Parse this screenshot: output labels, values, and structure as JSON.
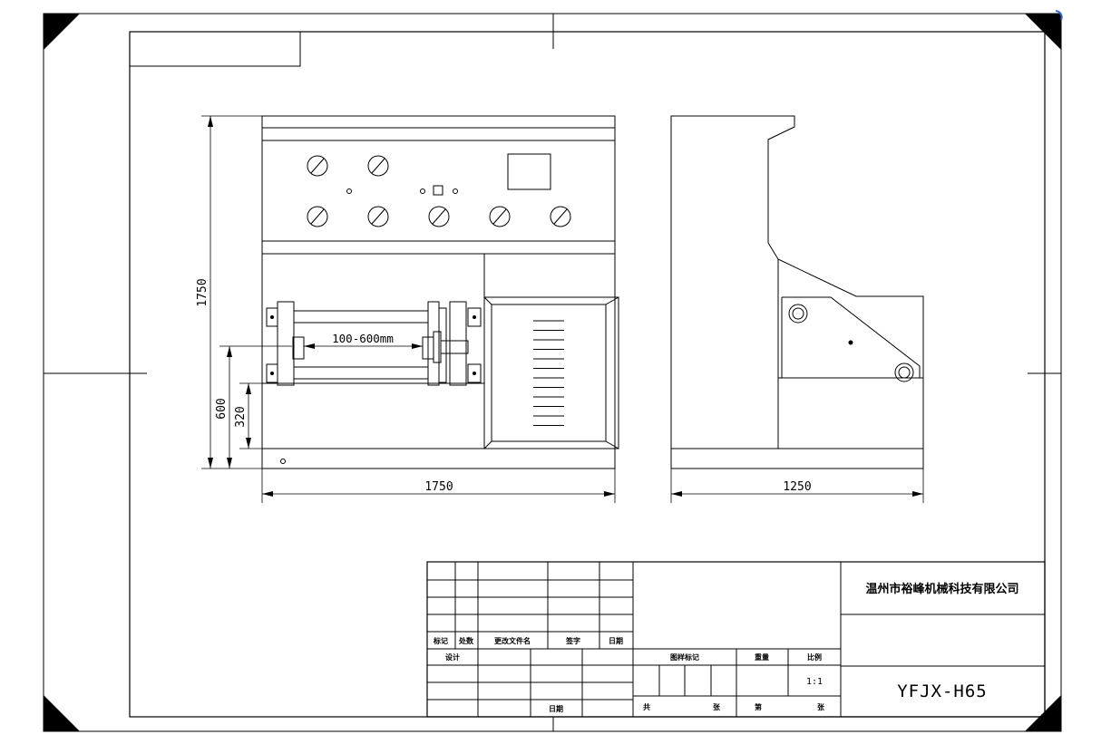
{
  "drawing": {
    "dimensions": {
      "total_height": "1750",
      "total_width": "1750",
      "side_depth": "1250",
      "height_600": "600",
      "height_320": "320",
      "clamp_range": "100-600mm"
    }
  },
  "title_block": {
    "company": "温州市裕峰机械科技有限公司",
    "model": "YFJX-H65",
    "scale": "1:1",
    "headers": {
      "mark": "标记",
      "count": "处数",
      "change_doc": "更改文件名",
      "signature": "签字",
      "date": "日期",
      "design": "设计",
      "sample_mark": "图样标记",
      "weight": "重量",
      "ratio": "比例",
      "total": "共",
      "sheet": "张",
      "page": "第",
      "page_sheet": "张",
      "date2": "日期"
    }
  },
  "colors": {
    "line": "#000000",
    "background": "#ffffff",
    "corner_accent": "#2f6fd1"
  }
}
